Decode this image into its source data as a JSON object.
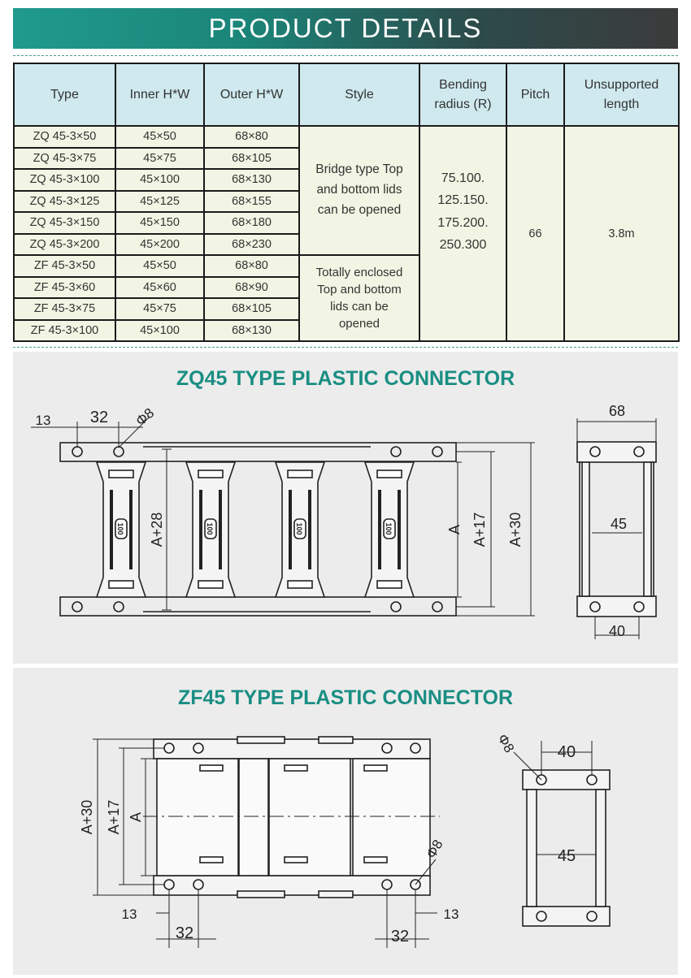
{
  "banner": {
    "title": "PRODUCT DETAILS"
  },
  "table": {
    "headers": [
      "Type",
      "Inner H*W",
      "Outer  H*W",
      "Style",
      "Bending radius (R)",
      "Pitch",
      "Unsupported length"
    ],
    "header_lines": {
      "bending": [
        "Bending",
        "radius (R)"
      ],
      "unsupported": [
        "Unsupported",
        "length"
      ]
    },
    "rows": [
      [
        "ZQ  45-3×50",
        "45×50",
        "68×80"
      ],
      [
        "ZQ  45-3×75",
        "45×75",
        "68×105"
      ],
      [
        "ZQ  45-3×100",
        "45×100",
        "68×130"
      ],
      [
        "ZQ  45-3×125",
        "45×125",
        "68×155"
      ],
      [
        "ZQ  45-3×150",
        "45×150",
        "68×180"
      ],
      [
        "ZQ  45-3×200",
        "45×200",
        "68×230"
      ],
      [
        "ZF  45-3×50",
        "45×50",
        "68×80"
      ],
      [
        "ZF  45-3×60",
        "45×60",
        "68×90"
      ],
      [
        "ZF  45-3×75",
        "45×75",
        "68×105"
      ],
      [
        "ZF  45-3×100",
        "45×100",
        "68×130"
      ]
    ],
    "style_zq": [
      "Bridge type Top",
      "and bottom lids",
      "can be opened"
    ],
    "style_zf": [
      "Totally enclosed",
      "Top and bottom",
      "lids can be",
      "opened"
    ],
    "bending_radius": [
      "75.100.",
      "125.150.",
      "175.200.",
      "250.300"
    ],
    "pitch": "66",
    "unsupported_length": "3.8m"
  },
  "zq": {
    "title": "ZQ45 TYPE PLASTIC CONNECTOR",
    "dims": {
      "d13": "13",
      "d32": "32",
      "d8": "Φ8",
      "a28": "A+28",
      "a": "A",
      "a17": "A+17",
      "a30": "A+30",
      "w68": "68",
      "w45": "45",
      "w40": "40",
      "label": "100"
    }
  },
  "zf": {
    "title": "ZF45 TYPE PLASTIC CONNECTOR",
    "dims": {
      "a30": "A+30",
      "a17": "A+17",
      "a": "A",
      "d8": "Φ8",
      "d13": "13",
      "d32": "32",
      "w40": "40",
      "w45": "45"
    }
  }
}
